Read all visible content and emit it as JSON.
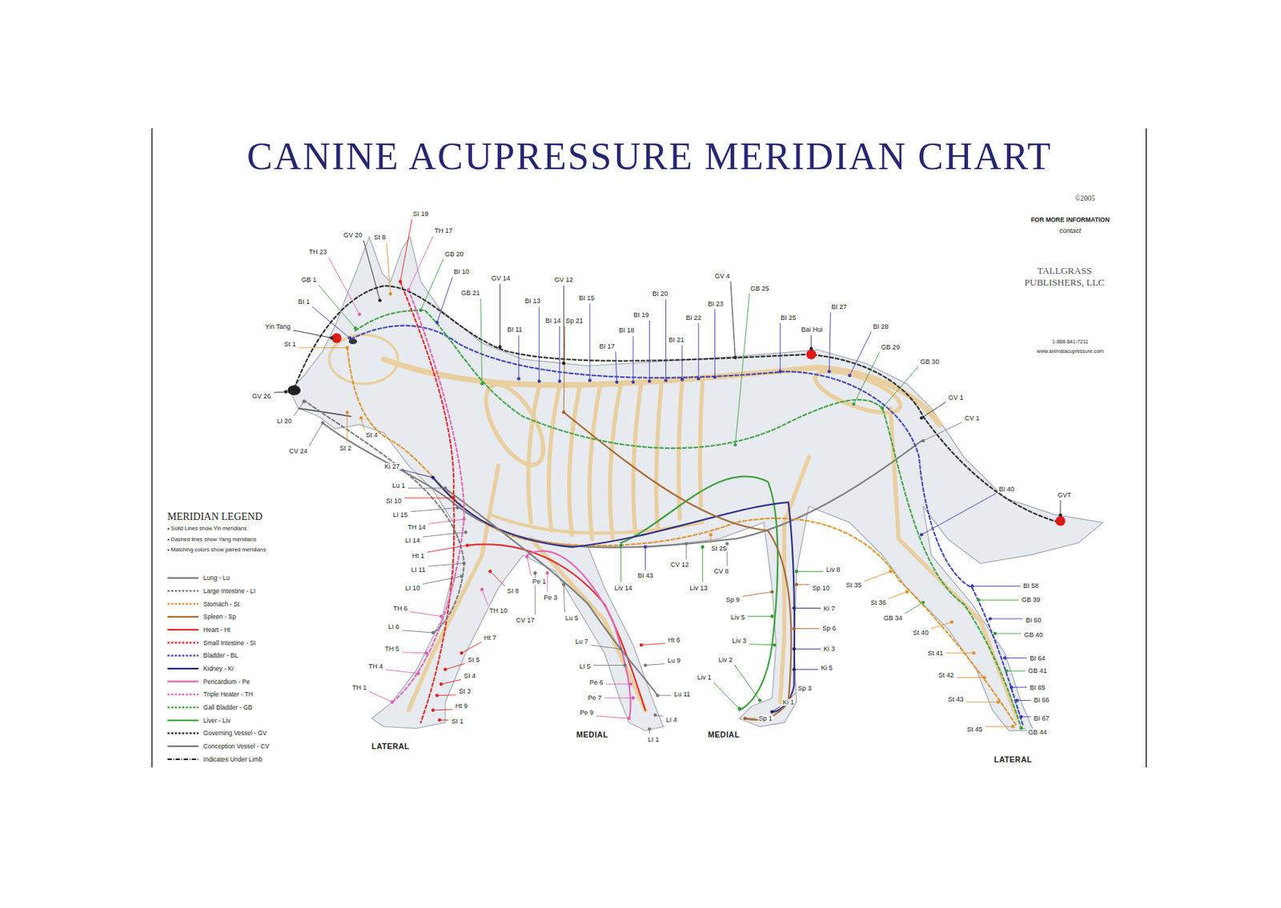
{
  "diagram": {
    "title": "CANINE ACUPRESSURE MERIDIAN CHART",
    "labels": [
      "©2005",
      "FOR MORE INFORMATION",
      "contact",
      "TALLGRASS PUBLISHERS, LLC",
      "1-888-841-7211",
      "www.animalacupressure.com",
      "MERIDIAN LEGEND",
      "• Solid Lines show Yin meridians",
      "• Dashed lines show Yang meridians",
      "• Matching colors show paired meridians",
      "SI 19",
      "TH 17",
      "GV 20",
      "St 8",
      "GB 20",
      "TH 23",
      "BI 10",
      "GV 14",
      "GB 1",
      "GB 21",
      "BI 1",
      "Yin Tang",
      "St 1",
      "GV 26",
      "LI 20",
      "CV 24",
      "St 2",
      "St 4",
      "GV 12",
      "BI 15",
      "BI 13",
      "BI 14",
      "Sp 21",
      "BI 11",
      "BI 17",
      "BI 18",
      "BI 19",
      "BI 20",
      "BI 22",
      "BI 23",
      "BI 21",
      "GV 4",
      "GB 25",
      "BI 25",
      "Bai Hui",
      "BI 27",
      "BI 28",
      "GB 29",
      "GB 30",
      "GV 1",
      "CV 1",
      "BI 40",
      "GVT",
      "Ki 27",
      "Lu 1",
      "SI 10",
      "LI 15",
      "TH 14",
      "LI 14",
      "Ht 1",
      "LI 11",
      "LI 10",
      "SI 8",
      "Pe 1",
      "Pe 3",
      "TH 10",
      "CV 17",
      "Lu 5",
      "TH 6",
      "LI 6",
      "TH 5",
      "TH 4",
      "TH 1",
      "Ht 7",
      "SI 5",
      "SI 4",
      "SI 3",
      "Ht 9",
      "SI 1",
      "Lu 7",
      "Ht 6",
      "LI 5",
      "Lu 9",
      "Pe 6",
      "Pe 7",
      "Lu 11",
      "Pe 9",
      "LI 4",
      "LI 1",
      "Liv 14",
      "BI 43",
      "CV 12",
      "St 25",
      "CV 8",
      "Liv 13",
      "Sp 9",
      "Liv 5",
      "Liv 3",
      "Liv 2",
      "Liv 1",
      "Liv 8",
      "Sp 10",
      "Ki 7",
      "Sp 6",
      "Ki 3",
      "Ki 5",
      "Sp 3",
      "Ki 1",
      "Sp 1",
      "St 35",
      "St 36",
      "GB 34",
      "St 40",
      "St 41",
      "St 42",
      "St 43",
      "St 45",
      "BI 58",
      "GB 39",
      "BI 60",
      "GB 40",
      "BI 64",
      "GB 41",
      "BI 65",
      "BI 66",
      "BI 67",
      "GB 44",
      "LATERAL",
      "MEDIAL",
      "MEDIAL",
      "LATERAL"
    ],
    "legend": [
      {
        "text": "Lung - Lu"
      },
      {
        "text": "Large Intestine - LI"
      },
      {
        "text": "Stomach - St"
      },
      {
        "text": "Spleen - Sp"
      },
      {
        "text": "Heart - Ht"
      },
      {
        "text": "Small Intestine - SI"
      },
      {
        "text": "Bladder - BL"
      },
      {
        "text": "Kidney - Ki"
      },
      {
        "text": "Pericardium - Pe"
      },
      {
        "text": "Triple Heater - TH"
      },
      {
        "text": "Gall Bladder - GB"
      },
      {
        "text": "Liver - Liv"
      },
      {
        "text": "Governing Vessel - GV"
      },
      {
        "text": "Conception Vessel - CV"
      },
      {
        "text": "Indicates Under Limb"
      }
    ]
  }
}
